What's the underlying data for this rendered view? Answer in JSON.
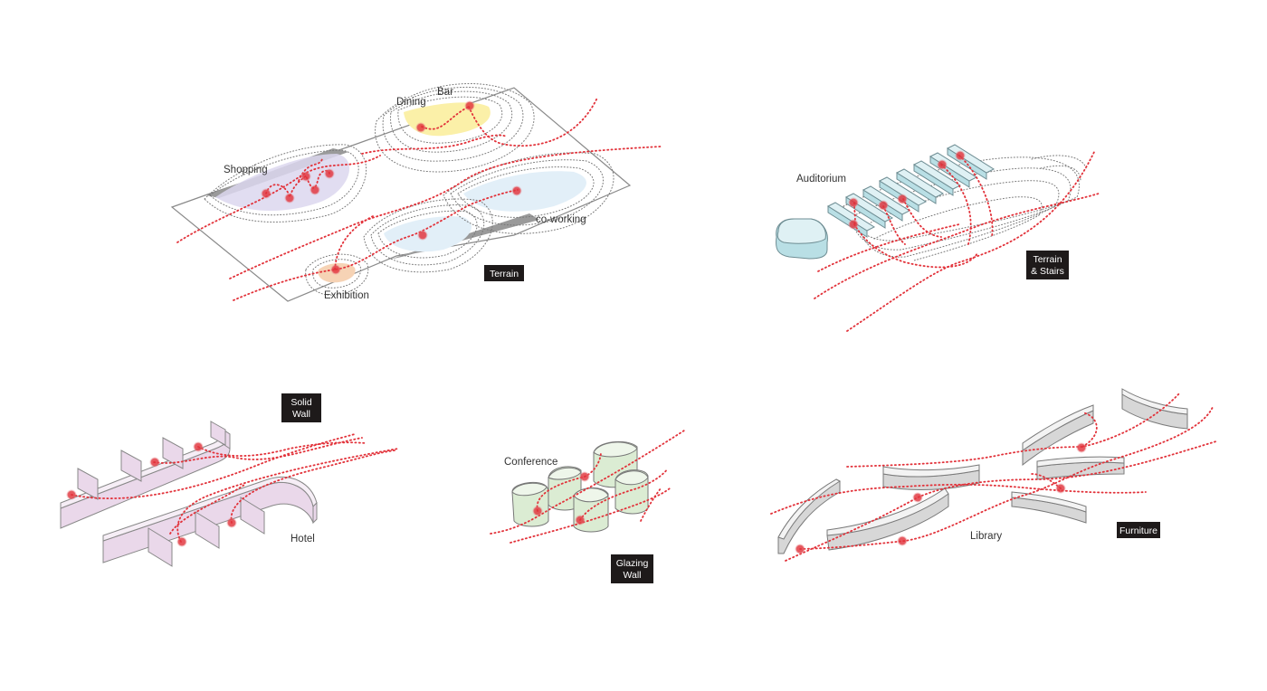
{
  "panels": {
    "terrain": {
      "tag": "Terrain",
      "labels": {
        "dining": "Dining",
        "bar": "Bar",
        "shopping": "Shopping",
        "coworking": "co-working",
        "exhibition": "Exhibition"
      }
    },
    "terrain_stairs": {
      "tag_line1": "Terrain",
      "tag_line2": "& Stairs",
      "labels": {
        "auditorium": "Auditorium"
      }
    },
    "solid_wall": {
      "tag_line1": "Solid",
      "tag_line2": "Wall",
      "labels": {
        "hotel": "Hotel"
      }
    },
    "glazing_wall": {
      "tag_line1": "Glazing",
      "tag_line2": "Wall",
      "labels": {
        "conference": "Conference"
      }
    },
    "furniture": {
      "tag": "Furniture",
      "labels": {
        "library": "Library"
      }
    }
  },
  "colors": {
    "circulation": "#e2323a",
    "shopping_zone": "#dcd7ef",
    "bar_zone": "#fbf0a8",
    "coworking_zone": "#e2eff8",
    "exhibition_zone": "#f6d3b5",
    "stairs": "#b9dfe5",
    "solid_wall": "#ead8ea",
    "glazing_wall": "#dbecd3",
    "furniture": "#d7d7d7",
    "tag_background": "#1e1a1a"
  }
}
